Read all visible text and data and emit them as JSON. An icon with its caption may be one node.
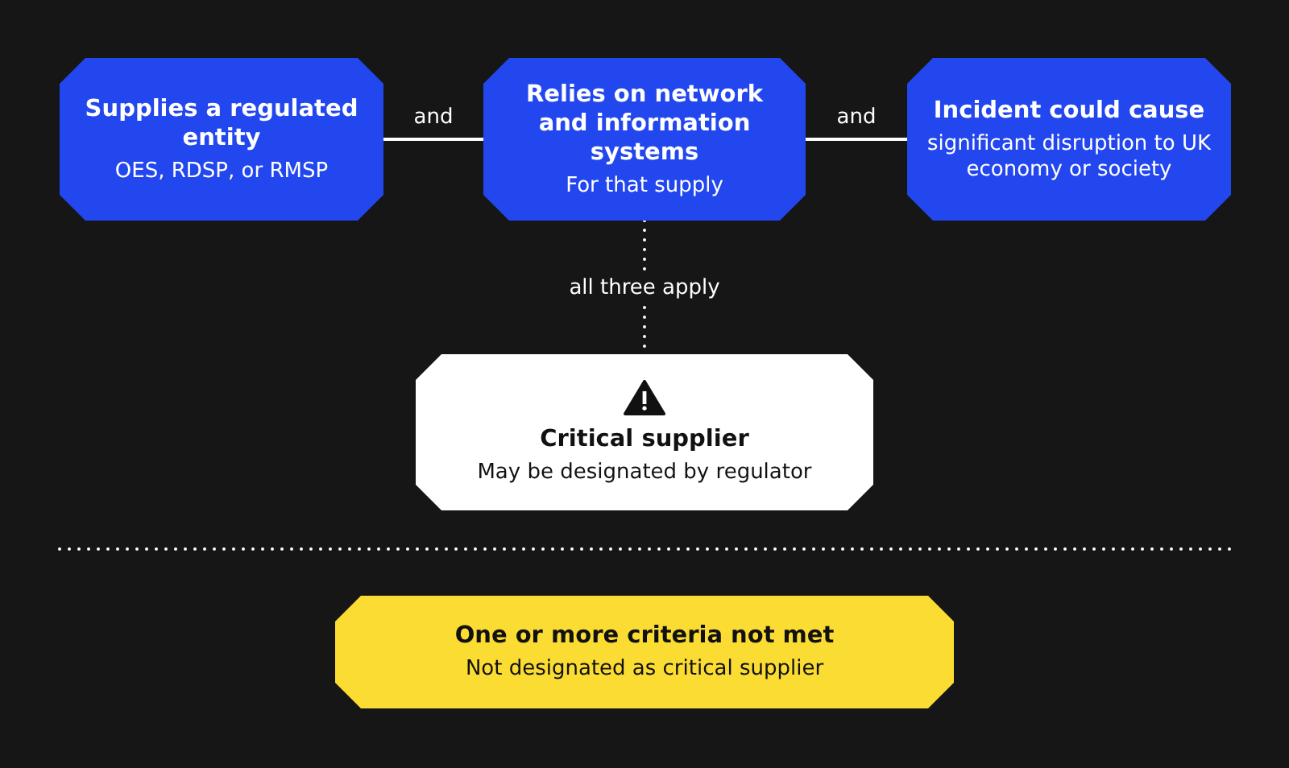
{
  "diagram": {
    "nodes": [
      {
        "text": [
          "Supplies a regulated entity",
          "OES, RDSP, or RMSP"
        ]
      },
      {
        "text": [
          "Relies on network and information systems",
          "For that supply"
        ]
      },
      {
        "text": [
          "Incident could cause",
          "significant disruption to UK economy or society"
        ]
      },
      {
        "text": [
          "Critical supplier",
          "May be designated by regulator"
        ]
      },
      {
        "text": [
          "One or more criteria not met",
          "Not designated as critical supplier"
        ]
      }
    ],
    "edges": [
      {
        "from": 0,
        "to": 1,
        "arrow": "none",
        "label": "and"
      },
      {
        "from": 1,
        "to": 2,
        "arrow": "none",
        "label": "and"
      },
      {
        "from": 1,
        "to": 3,
        "arrow": "none",
        "label": "all three apply",
        "style": "dashed"
      }
    ]
  }
}
